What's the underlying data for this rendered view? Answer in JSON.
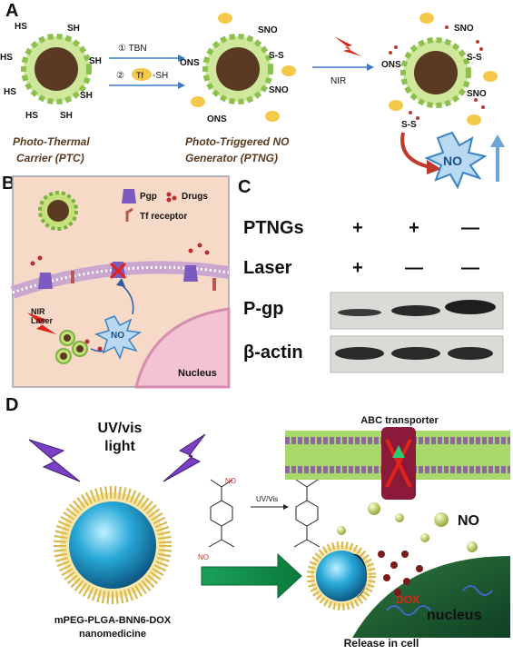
{
  "panelA": {
    "letter": "A",
    "step1": "① TBN",
    "step2_num": "②",
    "step2_tf": "Tf",
    "step2_sh": "-SH",
    "nir": "NIR",
    "no": "NO",
    "sh": "SH",
    "hs": "HS",
    "ons": "ONS",
    "sno": "SNO",
    "ss": "S-S",
    "ptc_line1": "Photo-Thermal",
    "ptc_line2": "Carrier (PTC)",
    "ptng_line1": "Photo-Triggered NO",
    "ptng_line2": "Generator (PTNG)"
  },
  "panelB": {
    "letter": "B",
    "legend_pgp": "Pgp",
    "legend_drugs": "Drugs",
    "legend_tf": "Tf receptor",
    "nir_laser_1": "NIR",
    "nir_laser_2": "Laser",
    "no": "NO",
    "nucleus": "Nucleus"
  },
  "panelC": {
    "letter": "C",
    "row_ptngs": "PTNGs",
    "row_laser": "Laser",
    "row_pgp": "P-gp",
    "row_actin": "β-actin",
    "ptngs_values": [
      "+",
      "+",
      "—"
    ],
    "laser_values": [
      "+",
      "—",
      "—"
    ]
  },
  "panelD": {
    "letter": "D",
    "uv_line1": "UV/vis",
    "uv_line2": "light",
    "uvvis_small": "UV/Vis",
    "no_group": "NO",
    "abc": "ABC transporter",
    "no": "NO",
    "dox": "DOX",
    "nucleus": "nucleus",
    "nano_line1": "mPEG-PLGA-BNN6-DOX",
    "nano_line2": "nanomedicine",
    "release": "Release in cell"
  }
}
